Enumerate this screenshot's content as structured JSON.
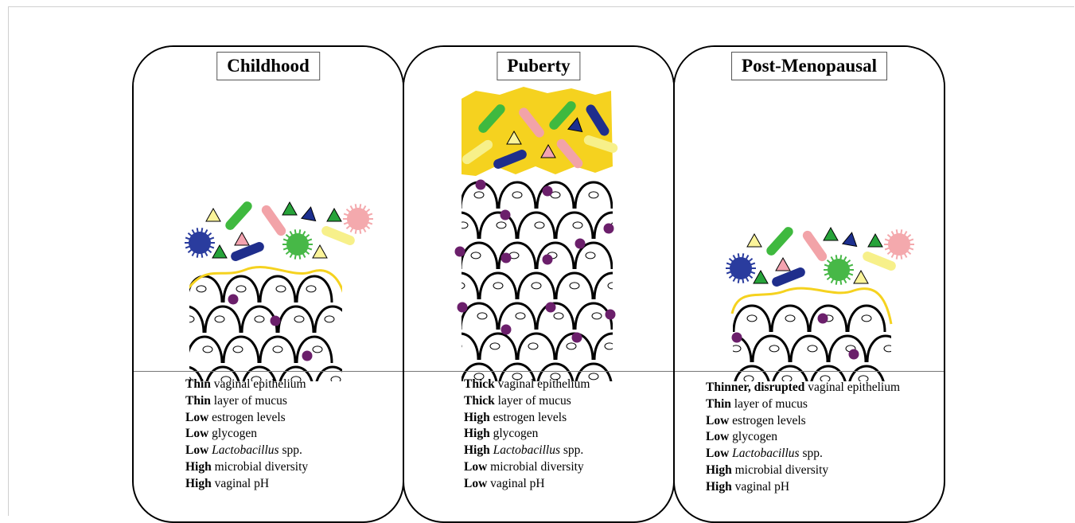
{
  "panels": [
    {
      "title": "Childhood",
      "lines": [
        {
          "bold": "Thin",
          "pre": "vaginal epithelium",
          "italic": "",
          "post": ""
        },
        {
          "bold": "Thin",
          "pre": "layer of mucus",
          "italic": "",
          "post": ""
        },
        {
          "bold": "Low",
          "pre": "estrogen levels",
          "italic": "",
          "post": ""
        },
        {
          "bold": "Low",
          "pre": "glycogen",
          "italic": "",
          "post": ""
        },
        {
          "bold": "Low",
          "pre": "",
          "italic": "Lactobacillus",
          "post": "spp."
        },
        {
          "bold": "High",
          "pre": "microbial diversity",
          "italic": "",
          "post": ""
        },
        {
          "bold": "High",
          "pre": "vaginal pH",
          "italic": "",
          "post": ""
        }
      ]
    },
    {
      "title": "Puberty",
      "lines": [
        {
          "bold": "Thick",
          "pre": "vaginal epithelium",
          "italic": "",
          "post": ""
        },
        {
          "bold": "Thick",
          "pre": "layer of mucus",
          "italic": "",
          "post": ""
        },
        {
          "bold": "High",
          "pre": "estrogen levels",
          "italic": "",
          "post": ""
        },
        {
          "bold": "High",
          "pre": "glycogen",
          "italic": "",
          "post": ""
        },
        {
          "bold": "High",
          "pre": "",
          "italic": "Lactobacillus",
          "post": "spp."
        },
        {
          "bold": "Low",
          "pre": "microbial diversity",
          "italic": "",
          "post": ""
        },
        {
          "bold": "Low",
          "pre": "vaginal pH",
          "italic": "",
          "post": ""
        }
      ]
    },
    {
      "title": "Post-Menopausal",
      "lines": [
        {
          "bold": "Thinner, disrupted",
          "pre": "vaginal epithelium",
          "italic": "",
          "post": ""
        },
        {
          "bold": "Thin",
          "pre": "layer of mucus",
          "italic": "",
          "post": ""
        },
        {
          "bold": "Low",
          "pre": "estrogen levels",
          "italic": "",
          "post": ""
        },
        {
          "bold": "Low",
          "pre": "glycogen",
          "italic": "",
          "post": ""
        },
        {
          "bold": "Low",
          "pre": "",
          "italic": "Lactobacillus",
          "post": "spp."
        },
        {
          "bold": "High",
          "pre": "microbial diversity",
          "italic": "",
          "post": ""
        },
        {
          "bold": "High",
          "pre": "vaginal pH",
          "italic": "",
          "post": ""
        }
      ]
    }
  ],
  "colors": {
    "mucus": "#f5d21f",
    "nucleus_dot": "#6b1f6b",
    "rod_green": "#3fb93f",
    "rod_pink": "#f2a3a8",
    "rod_navy": "#1f2e8c",
    "rod_yellow": "#f7f08a",
    "cocci_navy": "#2a3c9e",
    "cocci_green": "#47b847",
    "cocci_pink": "#f4a9ad",
    "tri_green": "#27a33a",
    "tri_yellow": "#fbf49a",
    "tri_navy": "#1c2f8f",
    "tri_pink": "#f4a3b0"
  }
}
